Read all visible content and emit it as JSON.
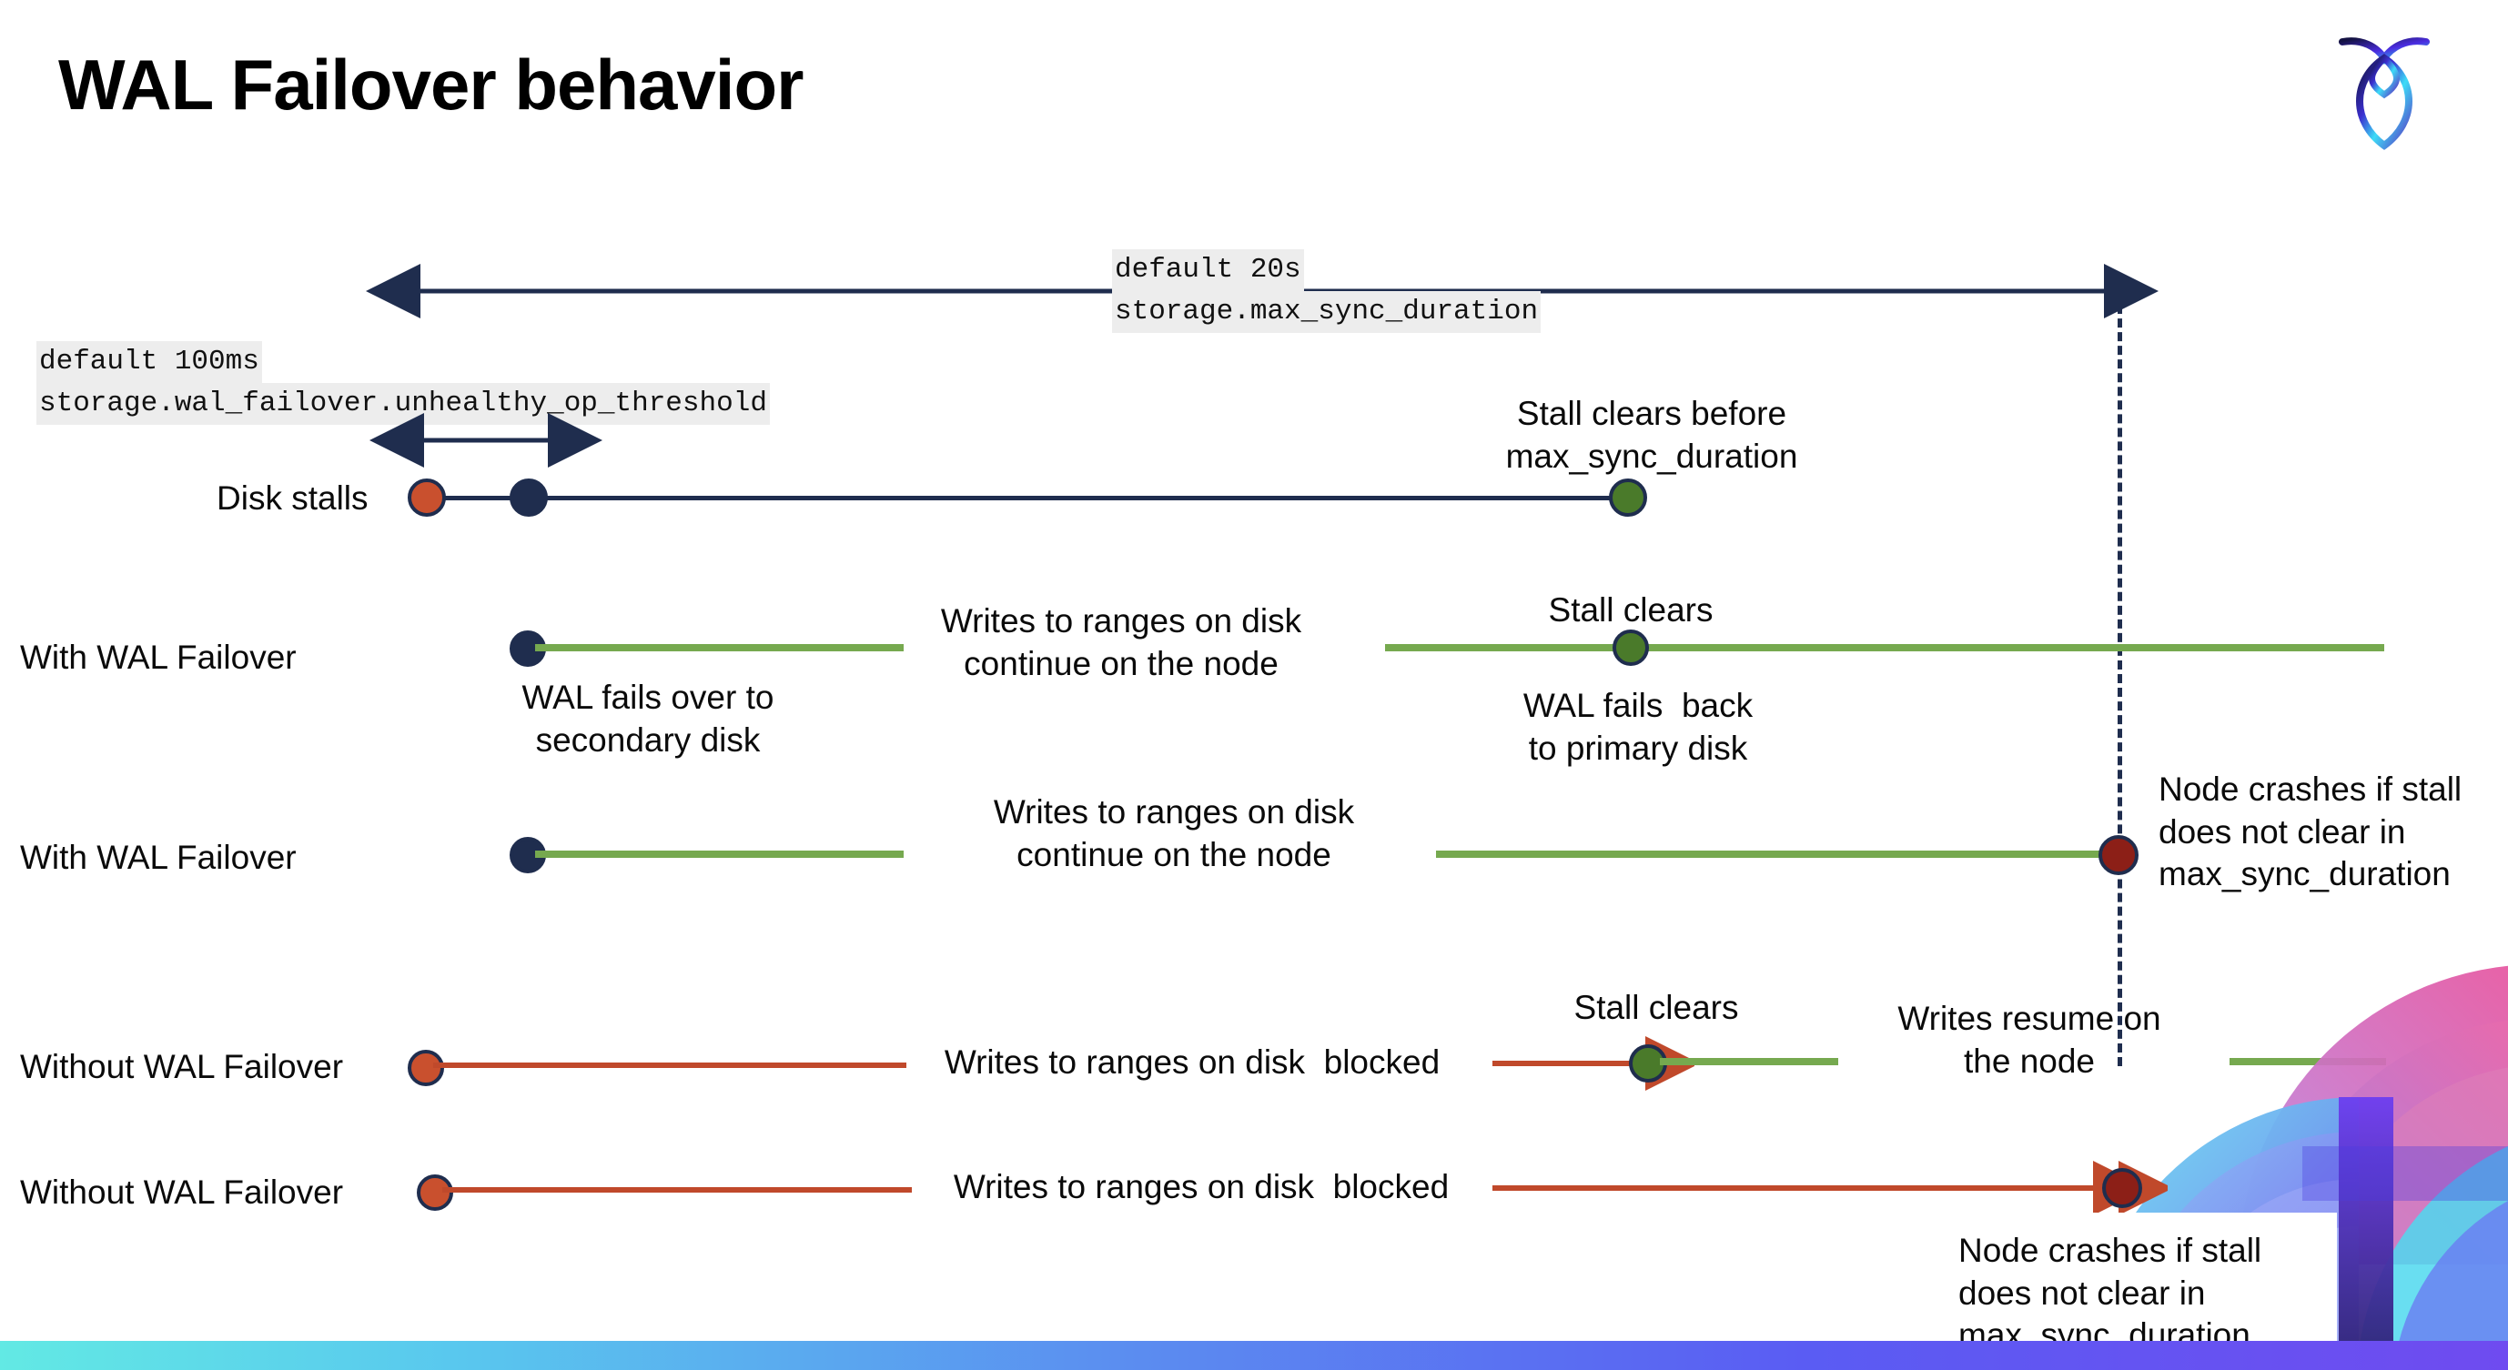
{
  "slide": {
    "title": "WAL Failover behavior",
    "logo_name": "cockroachdb-logo"
  },
  "callouts": {
    "max_sync": {
      "line1": "default 20s",
      "line2": "storage.max_sync_duration"
    },
    "unhealthy": {
      "line1": "default 100ms",
      "line2": "storage.wal_failover.unhealthy_op_threshold"
    }
  },
  "rows": [
    {
      "label": "Disk stalls",
      "annotation": "Stall clears before\nmax_sync_duration"
    },
    {
      "label": "With WAL Failover",
      "note_below_start": "WAL fails over to\nsecondary disk",
      "note_mid": "Writes to ranges on disk\ncontinue on the node",
      "note_clear": "Stall clears",
      "note_back": "WAL fails  back\nto primary disk"
    },
    {
      "label": "With WAL Failover",
      "note_mid": "Writes to ranges on disk\ncontinue on the node",
      "note_crash": "Node crashes if stall\ndoes not clear in\nmax_sync_duration"
    },
    {
      "label": "Without WAL Failover",
      "note_mid": "Writes to ranges on disk  blocked",
      "note_clear": "Stall clears",
      "note_resume": "Writes resume on\nthe node"
    },
    {
      "label": "Without WAL Failover",
      "note_mid": "Writes to ranges on disk  blocked",
      "note_crash": "Node crashes if stall\ndoes not clear in\nmax_sync_duration"
    }
  ],
  "colors": {
    "navy": "#1f2d4e",
    "orange_dot": "#c9502e",
    "green_dot": "#4a7a2a",
    "dark_red_dot": "#8c1f17",
    "green_line": "#76a94f",
    "orange_line": "#c0492b",
    "code_bg": "#ededed",
    "bar_start": "#62e9e4",
    "bar_end": "#6f4bf0"
  },
  "icons": {
    "double_arrow_top": "double-headed-arrow-icon",
    "double_arrow_small": "double-headed-arrow-icon",
    "dashed_guide": "dashed-guideline-icon"
  }
}
